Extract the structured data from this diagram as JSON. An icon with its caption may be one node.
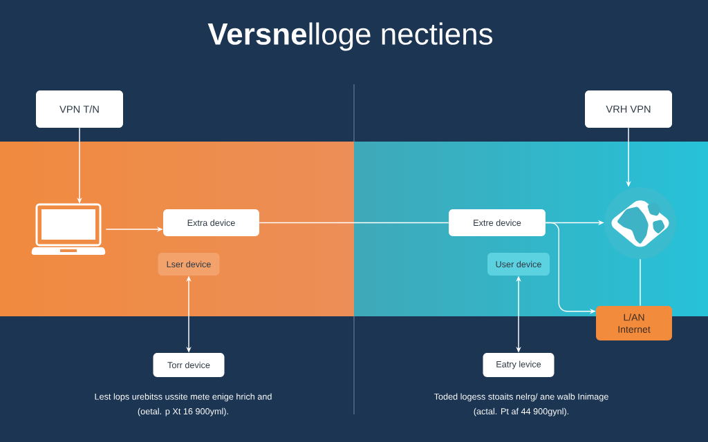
{
  "diagram": {
    "title": "**Versne**lloge nectiens",
    "nodes": [
      {
        "text": [
          "VPN T/N"
        ]
      },
      {
        "text": [
          "VRH VPN"
        ]
      },
      {
        "text": [],
        "shape": "laptop"
      },
      {
        "text": [
          "Extra device"
        ]
      },
      {
        "text": [
          "Extre device"
        ]
      },
      {
        "text": [],
        "shape": "globe"
      },
      {
        "text": [
          "Lser device"
        ]
      },
      {
        "text": [
          "User device"
        ]
      },
      {
        "text": [
          "L/AN Internet"
        ]
      },
      {
        "text": [
          "Torr device"
        ]
      },
      {
        "text": [
          "Eatry levice"
        ]
      }
    ],
    "edges": [
      {
        "from": 0,
        "to": 2,
        "arrow": "to"
      },
      {
        "from": 2,
        "to": 3,
        "arrow": "to"
      },
      {
        "from": 3,
        "to": 4,
        "arrow": "none"
      },
      {
        "from": 4,
        "to": 5,
        "arrow": "to"
      },
      {
        "from": 4,
        "to": 8,
        "arrow": "to"
      },
      {
        "from": 1,
        "to": 5,
        "arrow": "to"
      },
      {
        "from": 5,
        "to": 8,
        "arrow": "none"
      },
      {
        "from": 6,
        "to": 9,
        "arrow": "both"
      },
      {
        "from": 7,
        "to": 10,
        "arrow": "both"
      }
    ],
    "labels": [
      "Lest lops urebitss ussite mete enige hrich and (oetal. p Xt 16 900yml).",
      "Toded logess stoaits nelrg/ ane walb Inimage (actal. Pt af 44 900gynl)."
    ]
  }
}
